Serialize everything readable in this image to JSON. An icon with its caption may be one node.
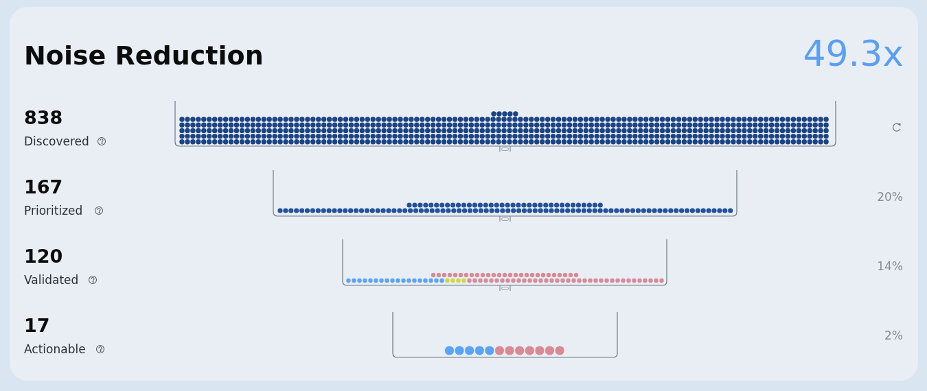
{
  "diagram": {
    "title": "Noise Reduction",
    "labels": [
      "49.3x",
      "838",
      "Discovered",
      "167",
      "Prioritized",
      "20%",
      "120",
      "Validated",
      "14%",
      "17",
      "Actionable",
      "2%"
    ]
  }
}
